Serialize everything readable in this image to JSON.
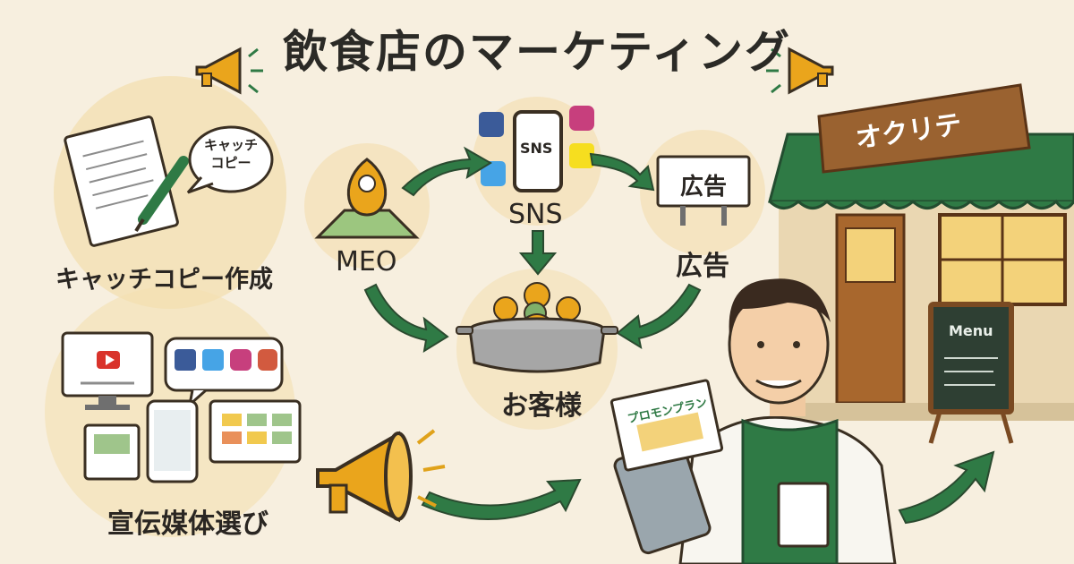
{
  "title": "飲食店のマーケティング",
  "left_panels": {
    "copywriting": {
      "label": "キャッチコピー作成",
      "bubble_line1": "キャッチ",
      "bubble_line2": "コピー"
    },
    "media": {
      "label": "宣伝媒体選び"
    }
  },
  "flow": {
    "meo": "MEO",
    "sns": "SNS",
    "sns_phone_text": "SNS",
    "ad": "広告",
    "ad_billboard_text": "広告",
    "customers": "お客様"
  },
  "shop": {
    "sign": "オクリテ",
    "menu_board": "Menu"
  },
  "promo_sheet": "プロモンプラン",
  "icon_names": [
    "megaphone-icon",
    "map-pin-icon",
    "phone-icon",
    "billboard-icon",
    "pot-icon",
    "facebook-icon",
    "twitter-icon",
    "instagram-icon",
    "snapchat-icon",
    "youtube-icon",
    "notebook-icon",
    "pen-icon"
  ],
  "colors": {
    "background": "#f7efdf",
    "accent_green": "#2f7a45",
    "accent_orange": "#e8a21f",
    "text": "#2a2622"
  }
}
